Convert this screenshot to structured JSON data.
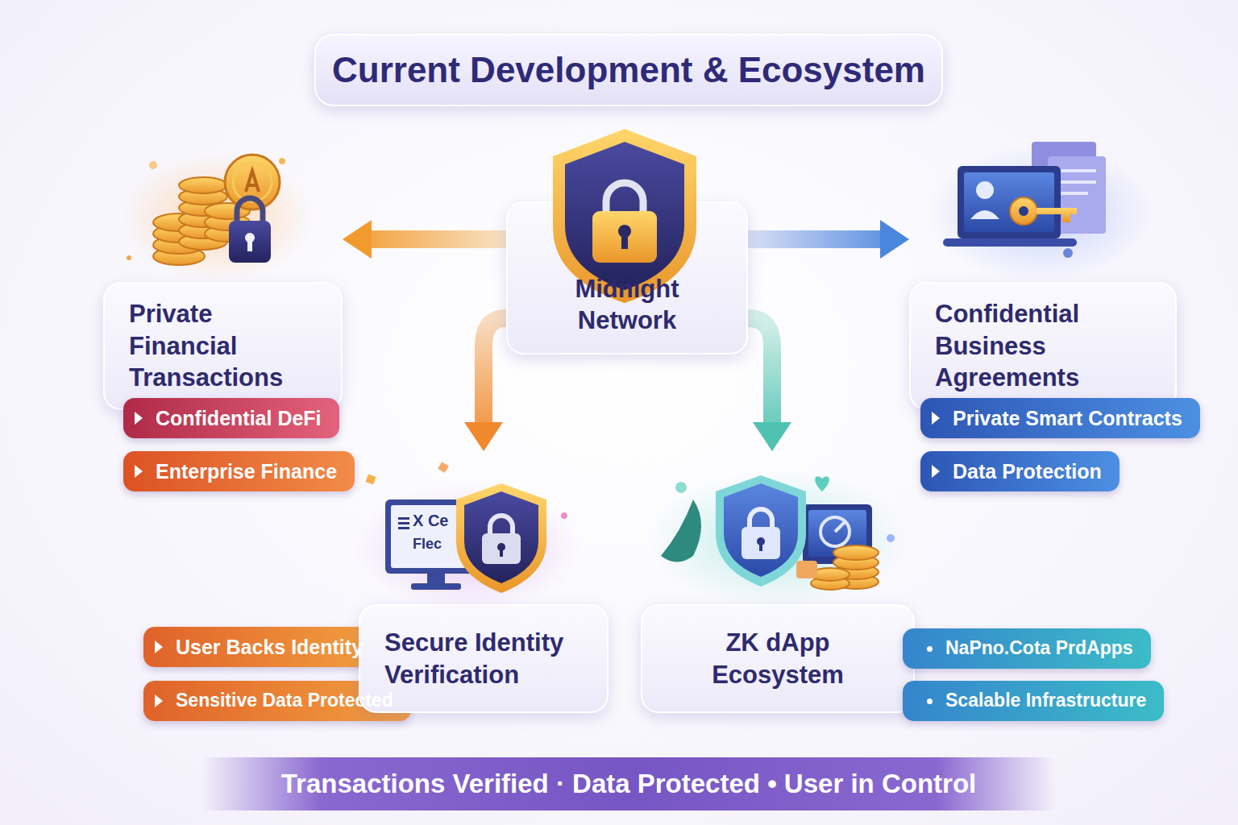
{
  "diagram": {
    "title": "Current Development & Ecosystem",
    "caption": "Transactions Verified · Data Protected • User in Control",
    "nodes": [
      {
        "text": [
          "Midnight Network"
        ]
      },
      {
        "text": [
          "Private Financial Transactions"
        ]
      },
      {
        "text": [
          "Confidential DeFi"
        ]
      },
      {
        "text": [
          "Enterprise Finance"
        ]
      },
      {
        "text": [
          "Confidential Business Agreements"
        ]
      },
      {
        "text": [
          "Private Smart Contracts"
        ]
      },
      {
        "text": [
          "Data Protection"
        ]
      },
      {
        "text": [
          "User Backs Identity"
        ]
      },
      {
        "text": [
          "Sensitive Data Protected"
        ]
      },
      {
        "text": [
          "Secure Identity Verification"
        ]
      },
      {
        "text": [
          "ZK dApp Ecosystem"
        ]
      },
      {
        "text": [
          "NaPno.Cota PrdApps"
        ]
      },
      {
        "text": [
          "Scalable Infrastructure"
        ]
      }
    ],
    "edges": [
      {
        "from": 0,
        "to": 1,
        "arrow": "to"
      },
      {
        "from": 0,
        "to": 4,
        "arrow": "to"
      },
      {
        "from": 0,
        "to": 9,
        "arrow": "to"
      },
      {
        "from": 0,
        "to": 10,
        "arrow": "to"
      }
    ],
    "labels": [
      "X Ce",
      "Flec"
    ]
  }
}
